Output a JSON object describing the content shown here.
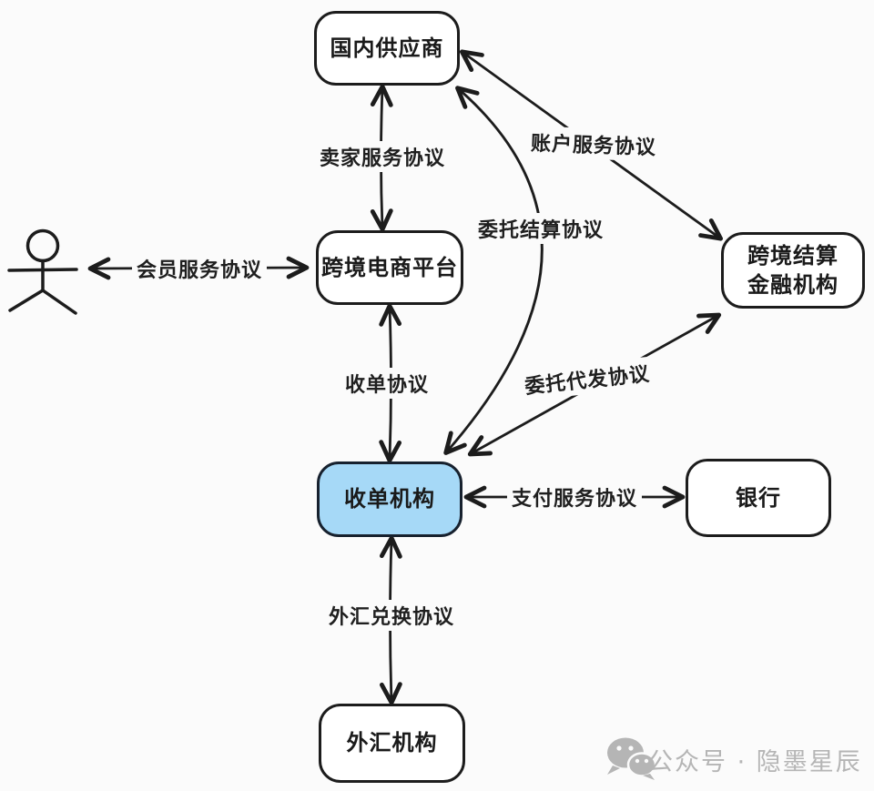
{
  "page": {
    "background_color": "#fbfbfb",
    "ink_color": "#1c1c1c",
    "highlight_fill_color": "#a6d9f7",
    "watermark_color": "#b5b5b5"
  },
  "nodes": {
    "domestic_supplier": {
      "label": "国内供应商"
    },
    "ecommerce_platform": {
      "label": "跨境电商平台"
    },
    "settlement_institution": {
      "line1": "跨境结算",
      "line2": "金融机构"
    },
    "acquirer": {
      "label": "收单机构"
    },
    "bank": {
      "label": "银行"
    },
    "forex_institution": {
      "label": "外汇机构"
    }
  },
  "actor": {
    "icon": "person-stick-figure-icon"
  },
  "edges": {
    "seller_service": {
      "label": "卖家服务协议"
    },
    "member_service": {
      "label": "会员服务协议"
    },
    "account_service": {
      "label": "账户服务协议"
    },
    "entrust_settlement": {
      "label": "委托结算协议"
    },
    "acquiring": {
      "label": "收单协议"
    },
    "delegate_payout": {
      "label": "委托代发协议"
    },
    "payment_service": {
      "label": "支付服务协议"
    },
    "forex_exchange": {
      "label": "外汇兑换协议"
    }
  },
  "watermark": {
    "icon": "wechat-icon",
    "text": "公众号 · 隐墨星辰"
  }
}
